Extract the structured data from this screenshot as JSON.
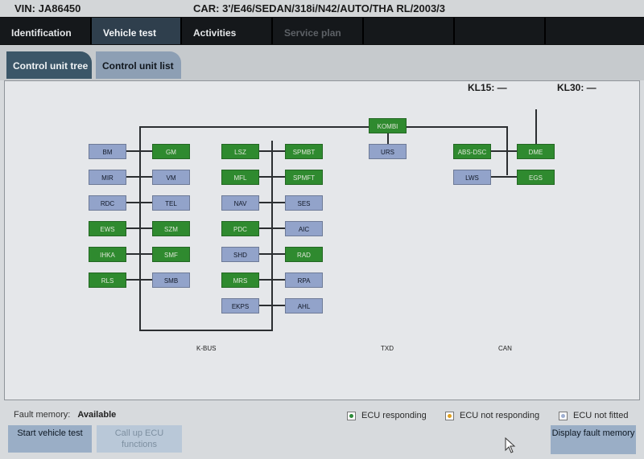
{
  "header": {
    "vin": "VIN:  JA86450",
    "car": "CAR:  3'/E46/SEDAN/318i/N42/AUTO/THA RL/2003/3"
  },
  "nav": {
    "tabs": [
      {
        "label": "Identification",
        "state": "normal"
      },
      {
        "label": "Vehicle test",
        "state": "active"
      },
      {
        "label": "Activities",
        "state": "normal"
      },
      {
        "label": "Service plan",
        "state": "disabled"
      },
      {
        "label": "",
        "state": "normal"
      },
      {
        "label": "",
        "state": "normal"
      },
      {
        "label": "",
        "state": "normal"
      }
    ]
  },
  "subtabs": [
    {
      "label": "Control unit tree",
      "state": "active"
    },
    {
      "label": "Control unit list",
      "state": "inactive"
    }
  ],
  "terminals": {
    "kl15": "KL15: —",
    "kl30": "KL30: —"
  },
  "buses": {
    "kbus": "K-BUS",
    "txd": "TXD",
    "can": "CAN"
  },
  "ecus": {
    "bm": "BM",
    "gm": "GM",
    "mir": "MIR",
    "vm": "VM",
    "rdc": "RDC",
    "tel": "TEL",
    "ews": "EWS",
    "szm": "SZM",
    "ihka": "IHKA",
    "smf": "SMF",
    "rls": "RLS",
    "smb": "SMB",
    "lsz": "LSZ",
    "spmbt": "SPMBT",
    "mfl": "MFL",
    "spmft": "SPMFT",
    "nav": "NAV",
    "ses": "SES",
    "pdc": "PDC",
    "aic": "AIC",
    "shd": "SHD",
    "rad": "RAD",
    "mrs": "MRS",
    "rpa": "RPA",
    "ekps": "EKPS",
    "ahl": "AHL",
    "kombi": "KOMBI",
    "urs": "URS",
    "abs_dsc": "ABS-DSC",
    "dme": "DME",
    "lws": "LWS",
    "egs": "EGS"
  },
  "fault": {
    "label": "Fault memory:",
    "value": "Available"
  },
  "legend": [
    {
      "label": "ECU responding",
      "color": "#2e8b3a"
    },
    {
      "label": "ECU not responding",
      "color": "#e0a020"
    },
    {
      "label": "ECU not fitted",
      "color": "#9fb0d2"
    }
  ],
  "buttons": {
    "start_test": "Start vehicle test",
    "call_up": "Call up ECU functions",
    "display_fault": "Display fault memory"
  },
  "colors": {
    "responding": "#2f8a2f",
    "not_fitted": "#92a3ca",
    "active_tab": "#2f3f4d"
  }
}
